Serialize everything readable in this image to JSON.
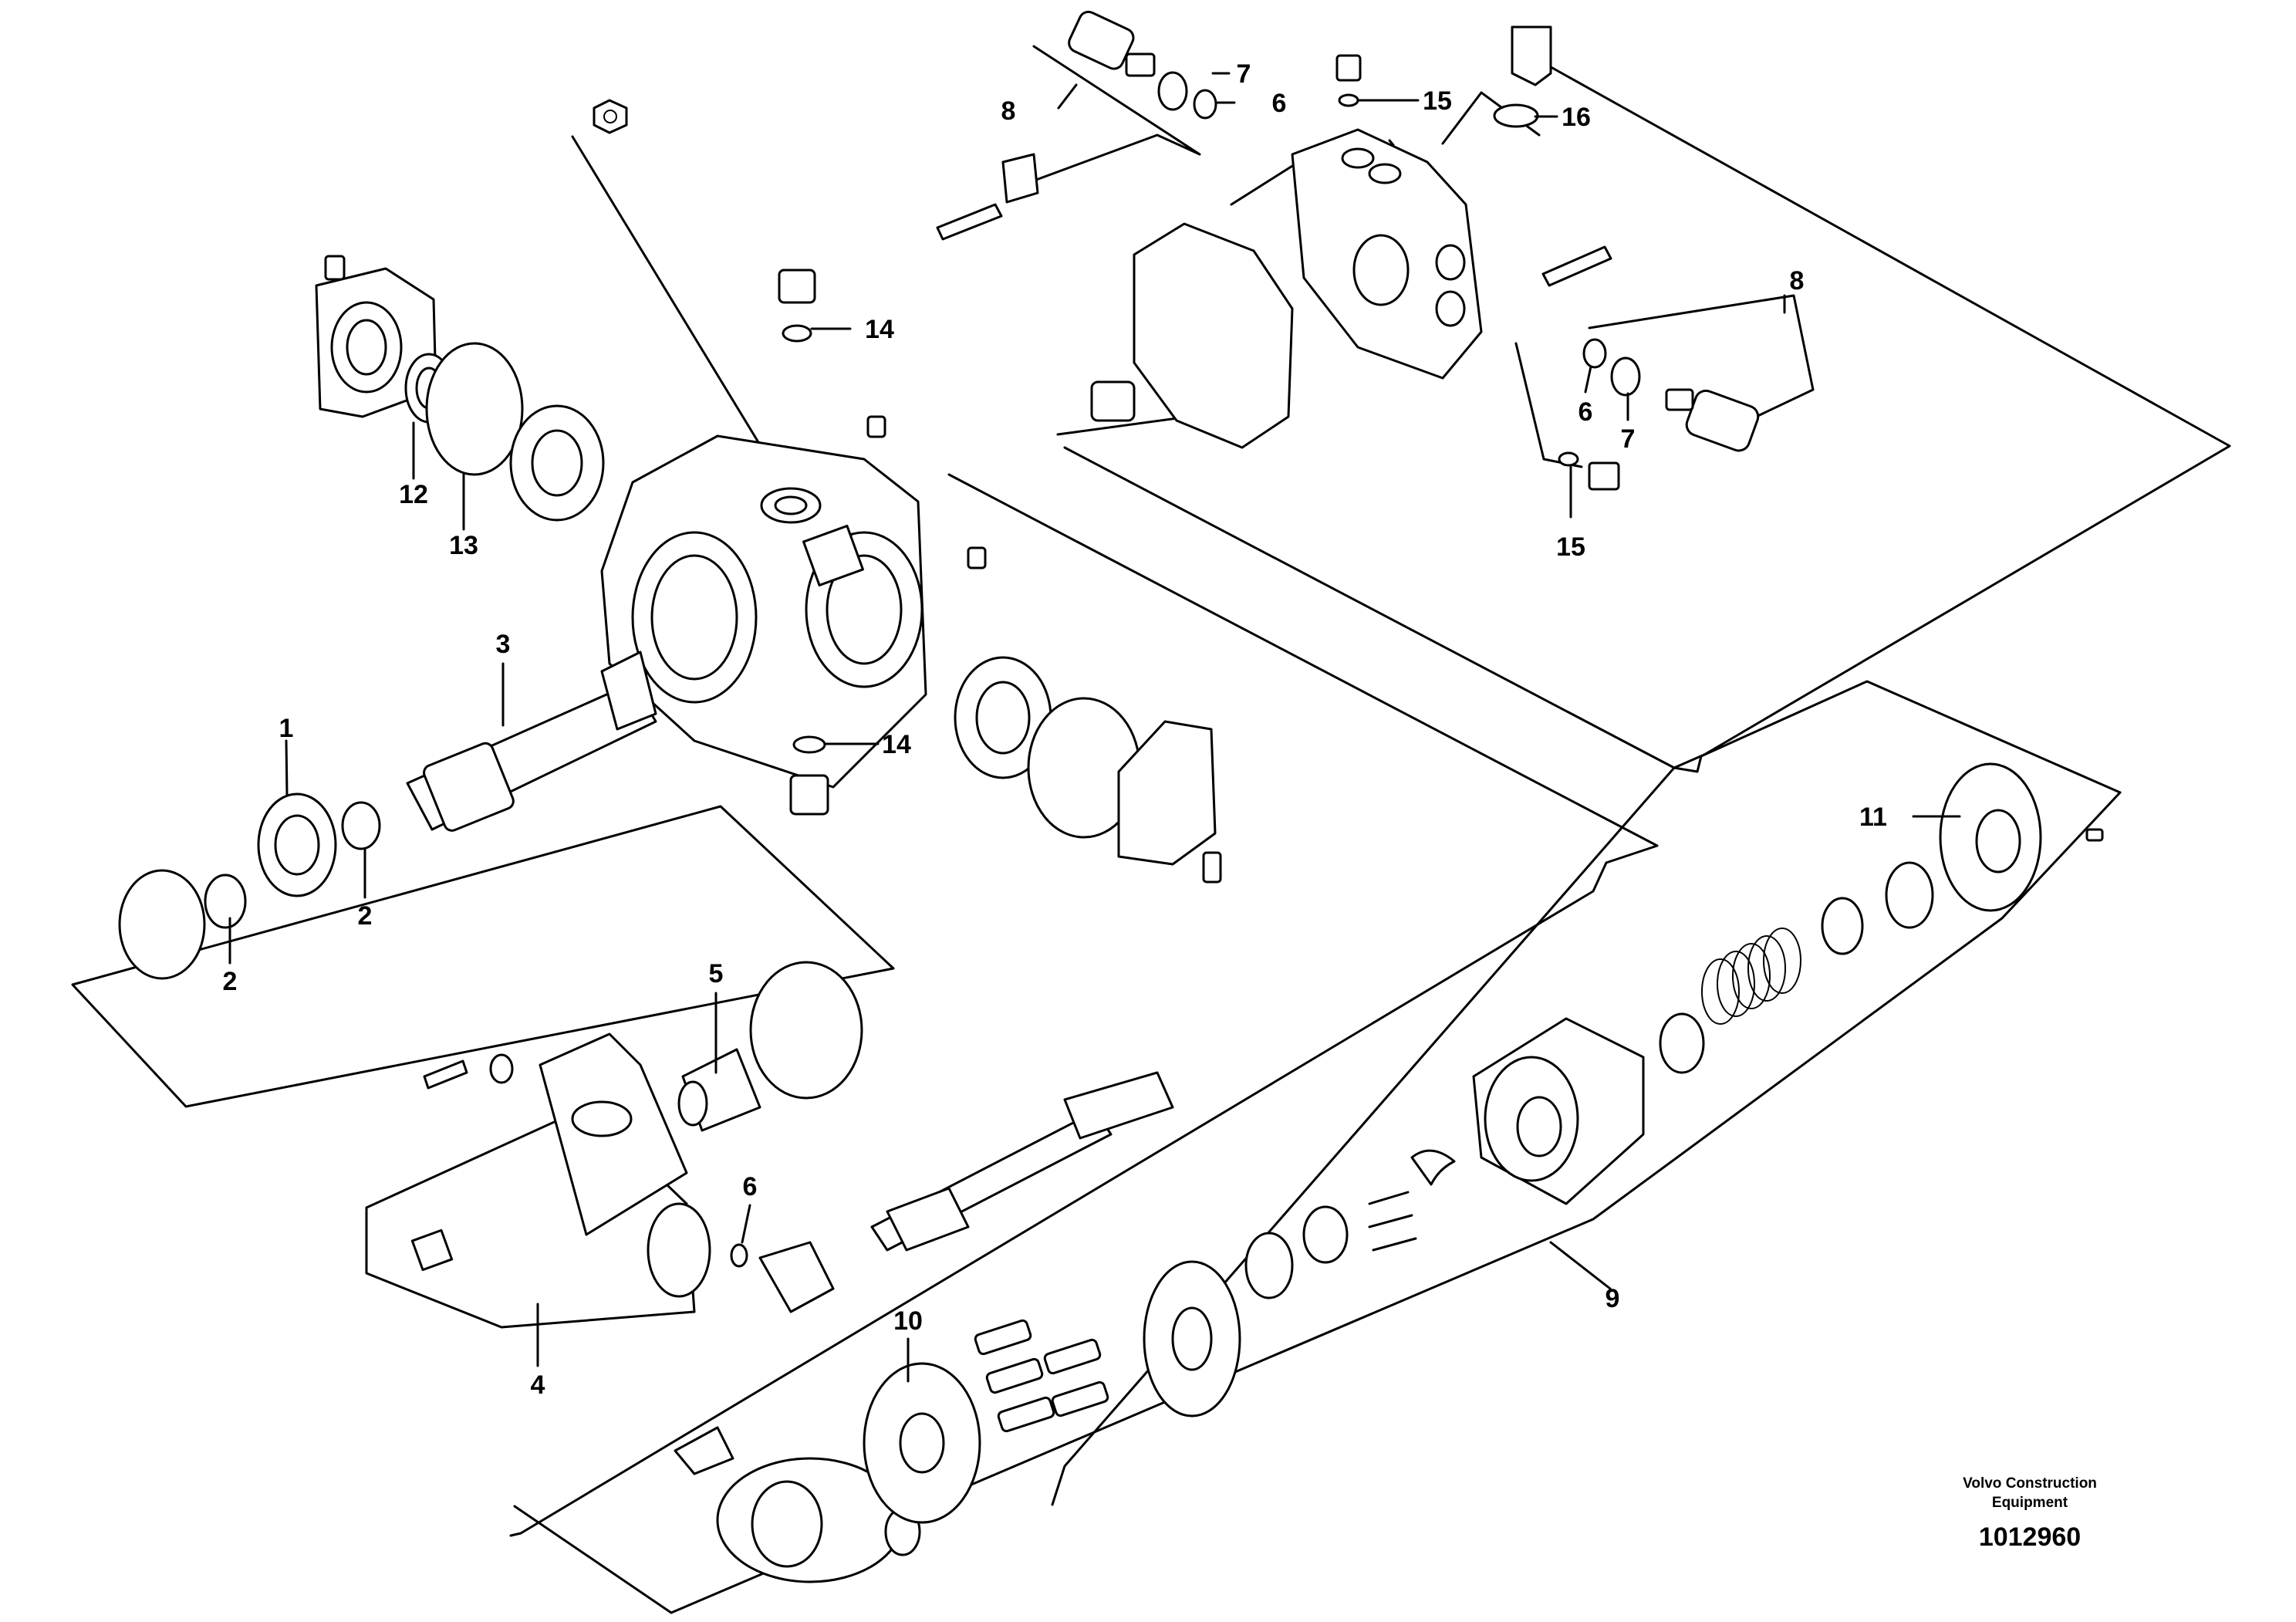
{
  "callouts": [
    {
      "text": "1"
    },
    {
      "text": "2"
    },
    {
      "text": "2"
    },
    {
      "text": "3"
    },
    {
      "text": "4"
    },
    {
      "text": "5"
    },
    {
      "text": "6"
    },
    {
      "text": "6"
    },
    {
      "text": "6"
    },
    {
      "text": "7"
    },
    {
      "text": "7"
    },
    {
      "text": "8"
    },
    {
      "text": "8"
    },
    {
      "text": "9"
    },
    {
      "text": "10"
    },
    {
      "text": "11"
    },
    {
      "text": "12"
    },
    {
      "text": "13"
    },
    {
      "text": "14"
    },
    {
      "text": "14"
    },
    {
      "text": "15"
    },
    {
      "text": "15"
    },
    {
      "text": "16"
    }
  ],
  "credit": {
    "line1": "Volvo Construction",
    "line2": "Equipment"
  },
  "document_number": "1012960"
}
